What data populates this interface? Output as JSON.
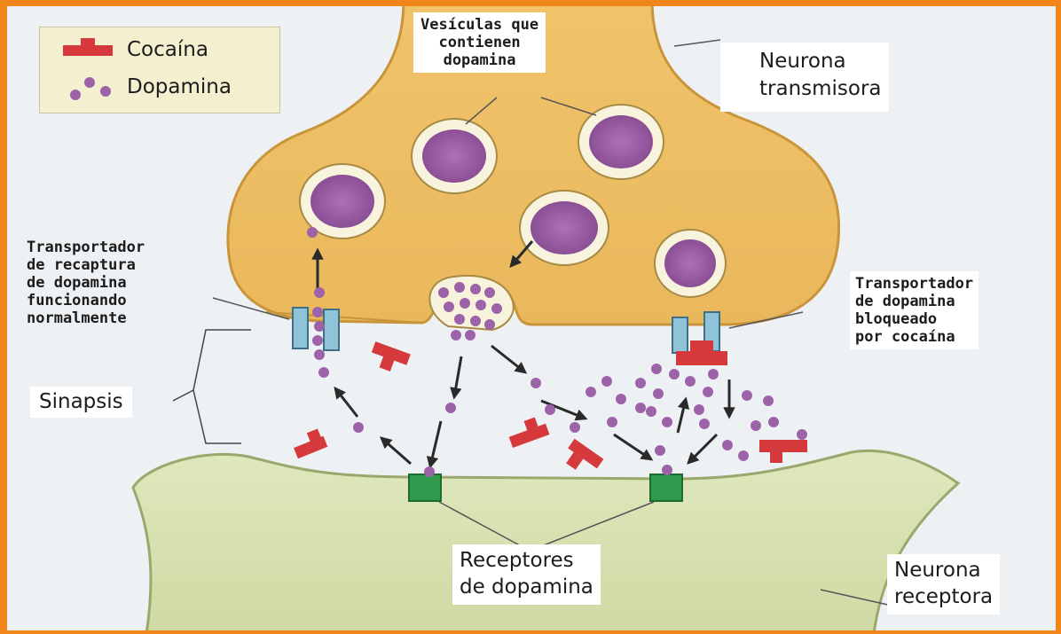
{
  "legend": {
    "cocaine": "Cocaína",
    "dopamine": "Dopamina"
  },
  "labels": {
    "vesicles": "Vesículas que\ncontienen\ndopamina",
    "transmitter": "Neurona\ntransmisora",
    "reuptake_normal": "Transportador\nde recaptura\nde dopamina\nfuncionando\nnormalmente",
    "transporter_blocked": "Transportador\nde dopamina\nbloqueado\npor cocaína",
    "synapse": "Sinapsis",
    "receptors": "Receptores\nde dopamina",
    "receiver": "Neurona\nreceptora"
  },
  "colors": {
    "frame": "#f08519",
    "background": "#eef1f3",
    "transmitter_neuron": "#f2c770",
    "transmitter_outline": "#c9953a",
    "receiver_neuron": "#d9e3b4",
    "receiver_outline": "#9aa86e",
    "vesicle_fill": "#f7f3dc",
    "dopamine": "#9c63a8",
    "cocaine": "#d6393b",
    "transporter": "#8ec3d8",
    "receptor": "#2f9a4b",
    "legend_bg": "#f4f0cf"
  }
}
